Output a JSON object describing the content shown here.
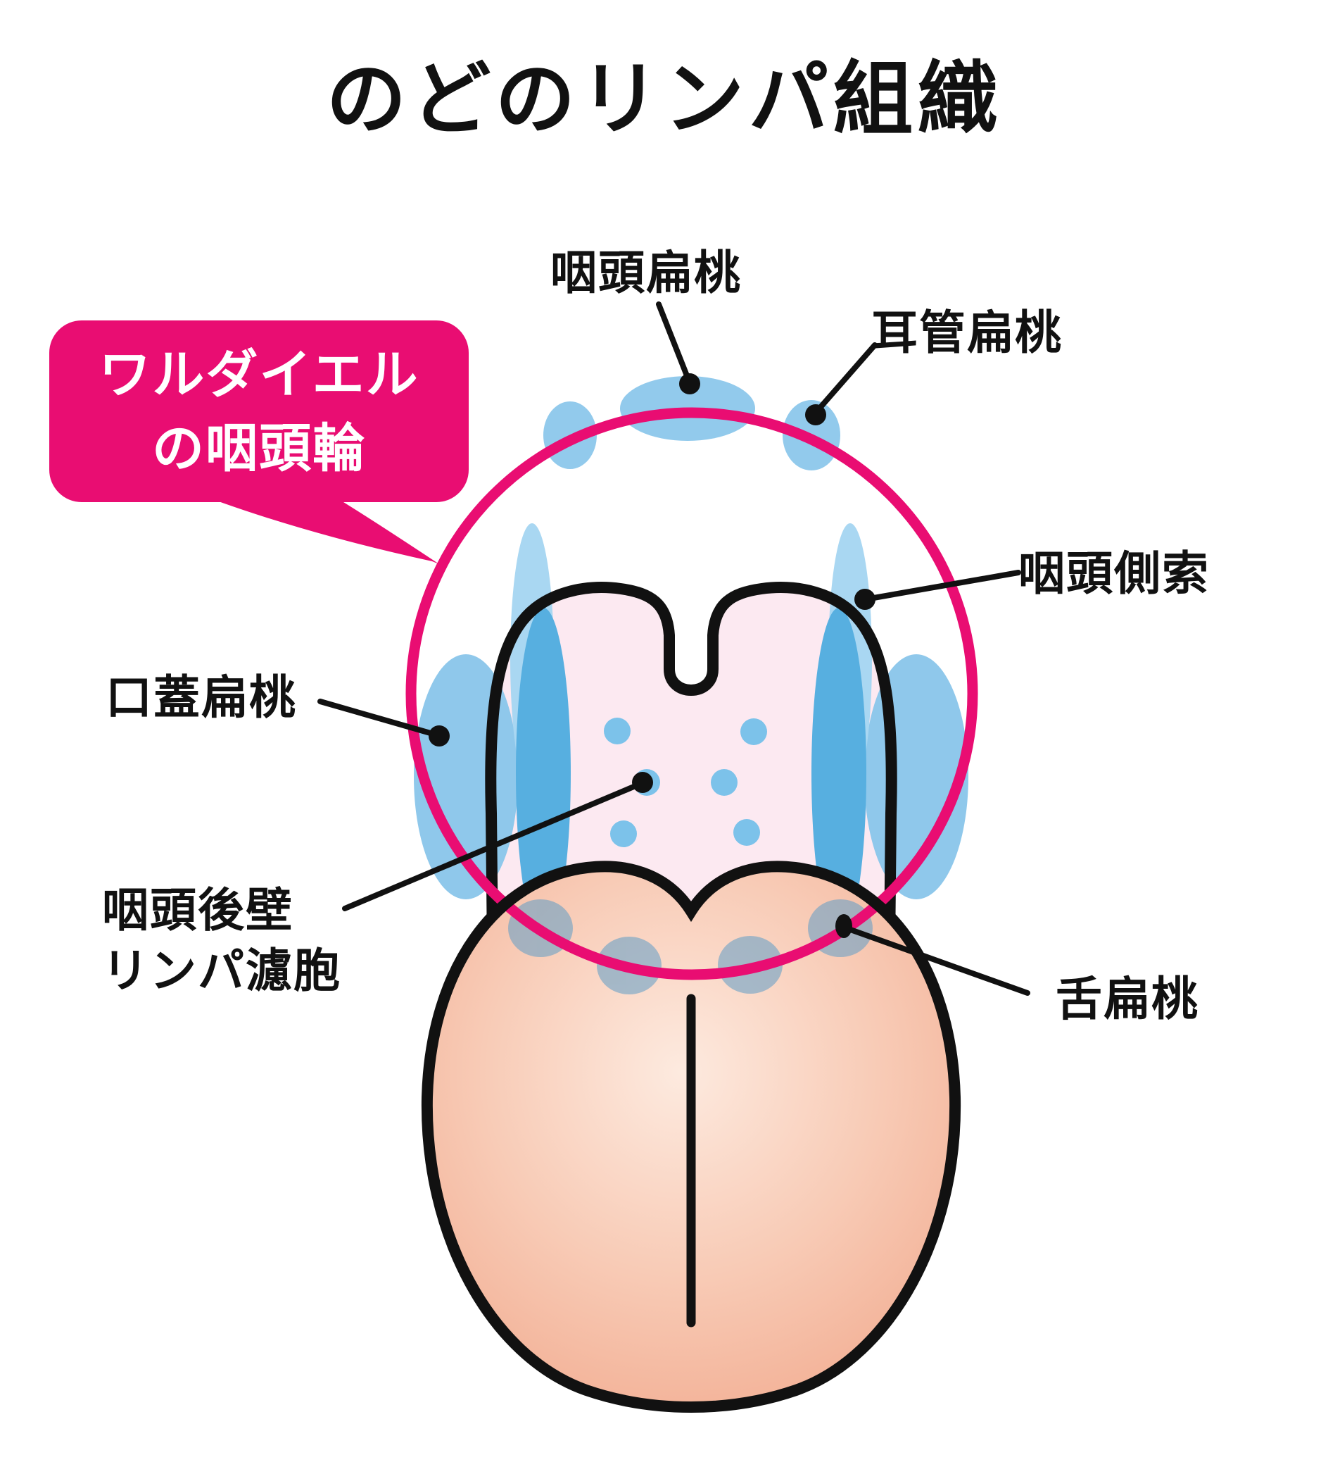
{
  "title": "のどのリンパ組織",
  "callout": {
    "line1": "ワルダイエル",
    "line2": "の咽頭輪"
  },
  "labels": {
    "pharyngeal_tonsil": "咽頭扁桃",
    "tubal_tonsil": "耳管扁桃",
    "lateral_pharyngeal_band": "咽頭側索",
    "palatine_tonsil": "口蓋扁桃",
    "posterior_wall_line1": "咽頭後壁",
    "posterior_wall_line2": "リンパ濾胞",
    "lingual_tonsil": "舌扁桃"
  },
  "colors": {
    "accent_pink": "#E90D72",
    "interior_pink": "#FCE9F1",
    "tonsil_blue_light": "#92CAEC",
    "teardrop_blue": "#A9D7F2",
    "band_blue": "#57AFE0",
    "follicle_blue": "#7CC2EA",
    "lingual_blob_blue": "#5E9DC6",
    "tongue_peach_edge": "#F1A98D",
    "tongue_peach_center": "#FDEADF",
    "outline_black": "#111111"
  }
}
